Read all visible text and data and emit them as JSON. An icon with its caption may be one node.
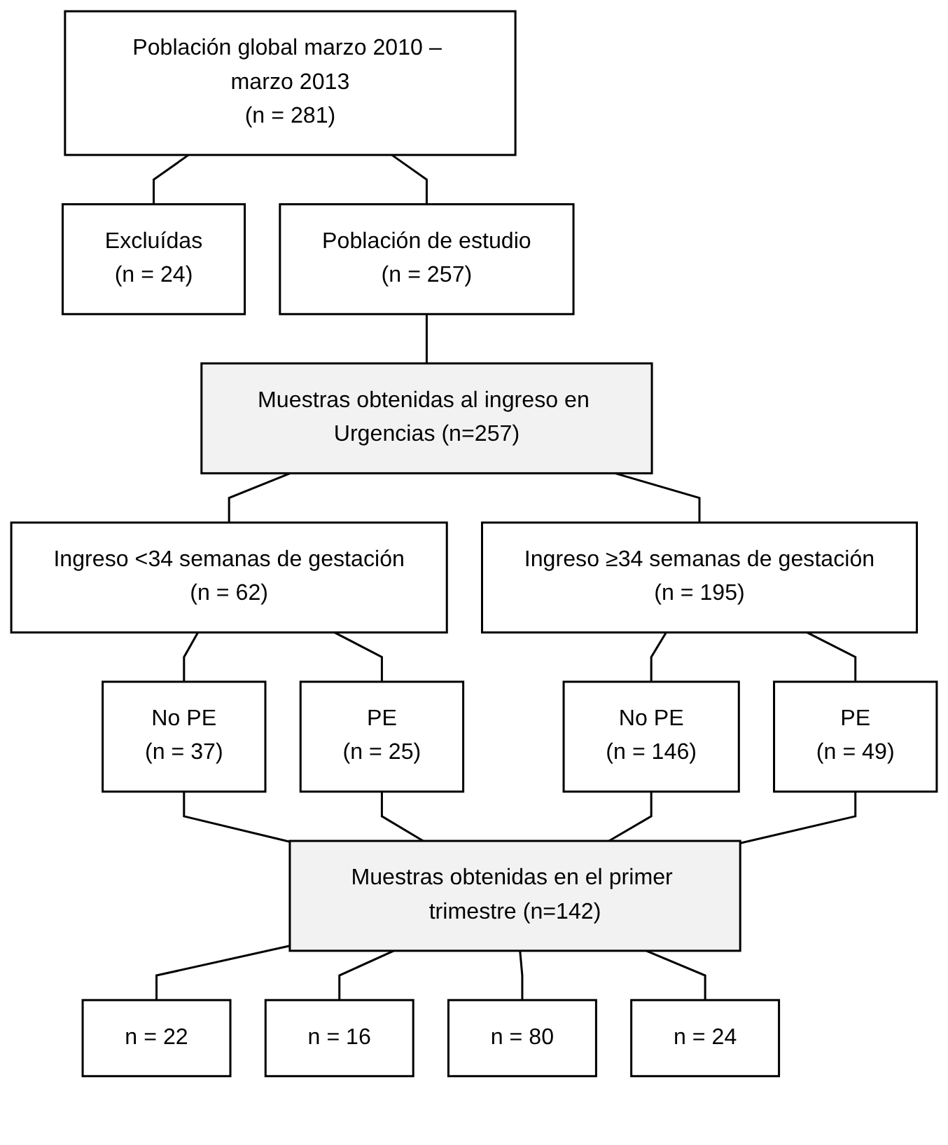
{
  "diagram": {
    "nodes": [
      {
        "text": [
          "Población global marzo 2010 – marzo 2013",
          "(n = 281)"
        ]
      },
      {
        "text": [
          "Excluídas",
          "(n = 24)"
        ]
      },
      {
        "text": [
          "Población de estudio",
          "(n = 257)"
        ]
      },
      {
        "text": [
          "Muestras obtenidas al ingreso en Urgencias (n=257)"
        ]
      },
      {
        "text": [
          "Ingreso <34 semanas de gestación",
          "(n = 62)"
        ]
      },
      {
        "text": [
          "Ingreso ≥34 semanas de gestación",
          "(n = 195)"
        ]
      },
      {
        "text": [
          "No PE",
          "(n = 37)"
        ]
      },
      {
        "text": [
          "PE",
          "(n = 25)"
        ]
      },
      {
        "text": [
          "No PE",
          "(n = 146)"
        ]
      },
      {
        "text": [
          "PE",
          "(n = 49)"
        ]
      },
      {
        "text": [
          "Muestras obtenidas en el primer trimestre (n=142)"
        ]
      },
      {
        "text": [
          "n = 22"
        ]
      },
      {
        "text": [
          "n = 16"
        ]
      },
      {
        "text": [
          "n = 80"
        ]
      },
      {
        "text": [
          "n = 24"
        ]
      }
    ],
    "edges": [
      {
        "from": 0,
        "to": 1,
        "arrow": "none"
      },
      {
        "from": 0,
        "to": 2,
        "arrow": "none"
      },
      {
        "from": 2,
        "to": 3,
        "arrow": "none"
      },
      {
        "from": 3,
        "to": 4,
        "arrow": "none"
      },
      {
        "from": 3,
        "to": 5,
        "arrow": "none"
      },
      {
        "from": 4,
        "to": 6,
        "arrow": "none"
      },
      {
        "from": 4,
        "to": 7,
        "arrow": "none"
      },
      {
        "from": 5,
        "to": 8,
        "arrow": "none"
      },
      {
        "from": 5,
        "to": 9,
        "arrow": "none"
      },
      {
        "from": 6,
        "to": 10,
        "arrow": "none"
      },
      {
        "from": 7,
        "to": 10,
        "arrow": "none"
      },
      {
        "from": 8,
        "to": 10,
        "arrow": "none"
      },
      {
        "from": 9,
        "to": 10,
        "arrow": "none"
      },
      {
        "from": 10,
        "to": 11,
        "arrow": "none"
      },
      {
        "from": 10,
        "to": 12,
        "arrow": "none"
      },
      {
        "from": 10,
        "to": 13,
        "arrow": "none"
      },
      {
        "from": 10,
        "to": 14,
        "arrow": "none"
      }
    ]
  }
}
